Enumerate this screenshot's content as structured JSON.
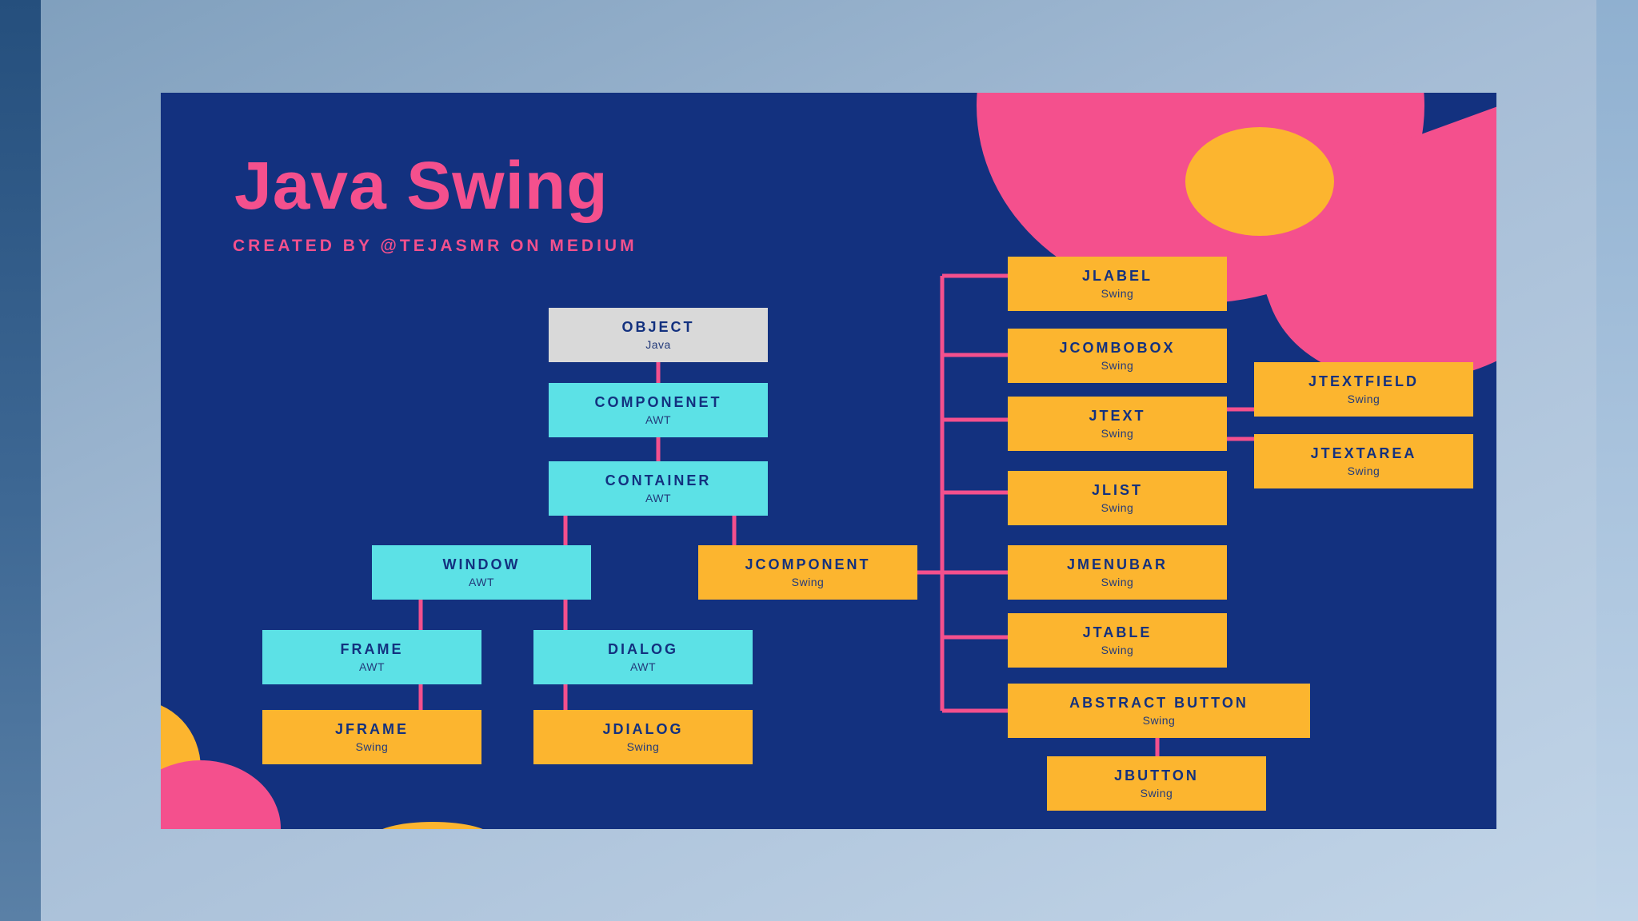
{
  "title": "Java Swing",
  "subtitle": "CREATED BY @TEJASMR ON MEDIUM",
  "colors": {
    "background": "#13317f",
    "accent_pink": "#f4508d",
    "java_node": "#d9d9d9",
    "awt_node": "#5ce1e6",
    "swing_node": "#fcb52f",
    "connector": "#f4508d"
  },
  "nodes": {
    "object": {
      "name": "OBJECT",
      "kind": "Java"
    },
    "componenet": {
      "name": "COMPONENET",
      "kind": "AWT"
    },
    "container": {
      "name": "CONTAINER",
      "kind": "AWT"
    },
    "window": {
      "name": "WINDOW",
      "kind": "AWT"
    },
    "jcomponent": {
      "name": "JCOMPONENT",
      "kind": "Swing"
    },
    "frame": {
      "name": "FRAME",
      "kind": "AWT"
    },
    "dialog": {
      "name": "DIALOG",
      "kind": "AWT"
    },
    "jframe": {
      "name": "JFRAME",
      "kind": "Swing"
    },
    "jdialog": {
      "name": "JDIALOG",
      "kind": "Swing"
    },
    "jlabel": {
      "name": "JLABEL",
      "kind": "Swing"
    },
    "jcombobox": {
      "name": "JCOMBOBOX",
      "kind": "Swing"
    },
    "jtext": {
      "name": "JTEXT",
      "kind": "Swing"
    },
    "jtextfield": {
      "name": "JTEXTFIELD",
      "kind": "Swing"
    },
    "jtextarea": {
      "name": "JTEXTAREA",
      "kind": "Swing"
    },
    "jlist": {
      "name": "JLIST",
      "kind": "Swing"
    },
    "jmenubar": {
      "name": "JMENUBAR",
      "kind": "Swing"
    },
    "jtable": {
      "name": "JTABLE",
      "kind": "Swing"
    },
    "abstract_button": {
      "name": "ABSTRACT BUTTON",
      "kind": "Swing"
    },
    "jbutton": {
      "name": "JBUTTON",
      "kind": "Swing"
    }
  },
  "edges": [
    [
      "object",
      "componenet"
    ],
    [
      "componenet",
      "container"
    ],
    [
      "container",
      "window"
    ],
    [
      "container",
      "jcomponent"
    ],
    [
      "window",
      "frame"
    ],
    [
      "window",
      "dialog"
    ],
    [
      "frame",
      "jframe"
    ],
    [
      "dialog",
      "jdialog"
    ],
    [
      "jcomponent",
      "jlabel"
    ],
    [
      "jcomponent",
      "jcombobox"
    ],
    [
      "jcomponent",
      "jtext"
    ],
    [
      "jcomponent",
      "jlist"
    ],
    [
      "jcomponent",
      "jmenubar"
    ],
    [
      "jcomponent",
      "jtable"
    ],
    [
      "jcomponent",
      "abstract_button"
    ],
    [
      "jtext",
      "jtextfield"
    ],
    [
      "jtext",
      "jtextarea"
    ],
    [
      "abstract_button",
      "jbutton"
    ]
  ]
}
